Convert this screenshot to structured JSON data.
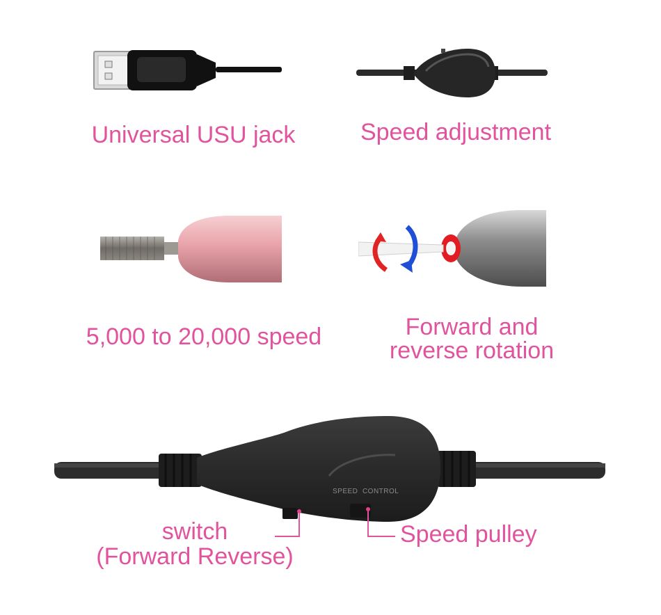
{
  "features": [
    {
      "caption": "Universal USU jack"
    },
    {
      "caption": "Speed adjustment"
    },
    {
      "caption": "5,000 to 20,000 speed"
    },
    {
      "caption_line1": "Forward and",
      "caption_line2": "reverse rotation"
    }
  ],
  "controller": {
    "engraving": "SPEED  CONTROL",
    "switch_label_line1": "switch",
    "switch_label_line2": "(Forward Reverse)",
    "pulley_label": "Speed pulley"
  },
  "colors": {
    "caption": "#e2539e",
    "rose_gold": "#e9a6ad",
    "rotation_red": "#e02424",
    "rotation_blue": "#1f4fd6"
  }
}
